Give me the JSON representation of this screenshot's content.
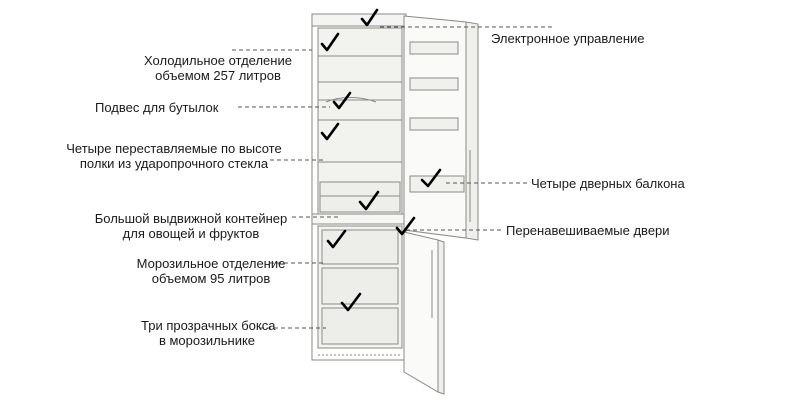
{
  "diagram": {
    "left_callouts": [
      {
        "id": "fridge-compartment",
        "lines": [
          "Холодильное отделение",
          "объемом 257 литров"
        ]
      },
      {
        "id": "bottle-holder",
        "lines": [
          "Подвес для бутылок"
        ]
      },
      {
        "id": "adjustable-shelves",
        "lines": [
          "Четыре переставляемые по высоте",
          "полки из ударопрочного стекла"
        ]
      },
      {
        "id": "vegetable-drawer",
        "lines": [
          "Большой выдвижной контейнер",
          "для овощей и фруктов"
        ]
      },
      {
        "id": "freezer-compartment",
        "lines": [
          "Морозильное отделение",
          "объемом 95 литров"
        ]
      },
      {
        "id": "freezer-boxes",
        "lines": [
          "Три прозрачных бокса",
          "в морозильнике"
        ]
      }
    ],
    "right_callouts": [
      {
        "id": "electronic-control",
        "lines": [
          "Электронное управление"
        ]
      },
      {
        "id": "door-balconies",
        "lines": [
          "Четыре дверных балкона"
        ]
      },
      {
        "id": "reversible-doors",
        "lines": [
          "Перенавешиваемые двери"
        ]
      }
    ],
    "checkmark_icon": "checkmark-icon",
    "colors": {
      "line": "#555555",
      "fridge_outline": "#8a8a8a",
      "interior": "#f3f3f0",
      "check": "#000000"
    }
  }
}
